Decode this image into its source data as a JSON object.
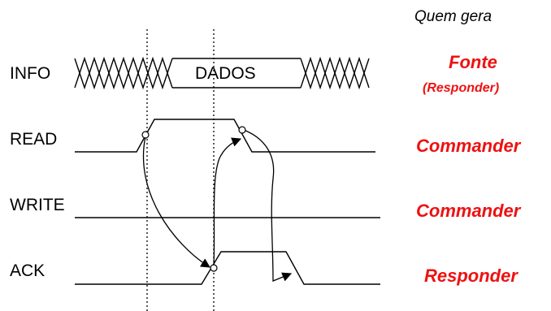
{
  "header": {
    "title": "Quem gera"
  },
  "signals": [
    {
      "label": "INFO",
      "source": "Fonte",
      "source_sub": "(Responder)"
    },
    {
      "label": "READ",
      "source": "Commander"
    },
    {
      "label": "WRITE",
      "source": "Commander"
    },
    {
      "label": "ACK",
      "source": "Responder"
    }
  ],
  "info_bus": {
    "label": "DADOS"
  },
  "colors": {
    "source_text": "#ee1111",
    "lines": "#000000",
    "background": "#ffffff"
  }
}
